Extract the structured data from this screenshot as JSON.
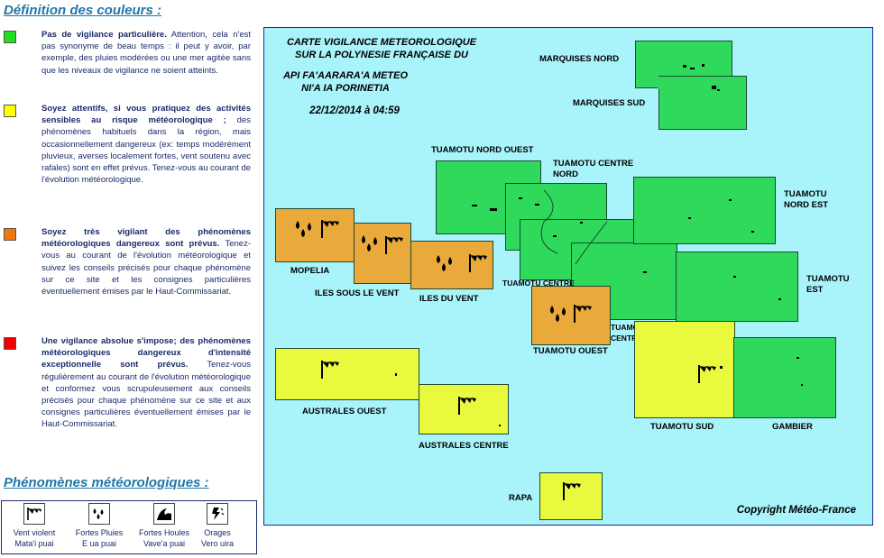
{
  "legend": {
    "title": "Définition des couleurs :",
    "items": [
      {
        "color": "#22dd22",
        "bold": "Pas de vigilance particulière.",
        "text": " Attention, cela n'est pas synonyme de beau temps : il peut y avoir, par exemple, des pluies modérées ou une mer agitée sans que les niveaux de vigilance ne soient atteints."
      },
      {
        "color": "#ffff00",
        "bold": "Soyez attentifs, si vous pratiquez des activités sensibles au risque météorologique ;",
        "text": " des phénomènes habituels dans la région, mais occasionnellement dangereux (ex: temps modérément pluvieux, averses localement fortes, vent soutenu avec rafales) sont en effet prévus. Tenez-vous au courant de l'évolution météorologique."
      },
      {
        "color": "#ee7711",
        "bold": "Soyez très vigilant des phénomènes météorologiques dangereux sont prévus.",
        "text": " Tenez-vous au courant de l'évolution météorologique et suivez les conseils précisés pour chaque phénomène sur ce site et les consignes particulières éventuellement émises par le Haut-Commissariat."
      },
      {
        "color": "#ee0000",
        "bold": "Une vigilance absolue s'impose; des phénomènes météorologiques dangereux d'intensité exceptionnelle sont prévus.",
        "text": " Tenez-vous régulièrement au courant de l'évolution météorologique et conformez vous scrupuleusement aux conseils précisés pour chaque phénomène sur ce site et aux consignes particulières éventuellement émises par le Haut-Commissariat."
      }
    ]
  },
  "phenomena": {
    "title": "Phénomènes météorologiques :",
    "items": [
      {
        "icon": "wind-icon",
        "fr": "Vent violent",
        "tah": "Mata'i puai"
      },
      {
        "icon": "rain-icon",
        "fr": "Fortes Pluies",
        "tah": "E ua puai"
      },
      {
        "icon": "swell-icon",
        "fr": "Fortes Houles",
        "tah": "Vave'a puai"
      },
      {
        "icon": "storm-icon",
        "fr": "Orages",
        "tah": "Vero uira"
      }
    ]
  },
  "map": {
    "title_line1": "CARTE VIGILANCE METEOROLOGIQUE",
    "title_line2": "SUR LA POLYNESIE FRANÇAISE DU",
    "title_line3": "API FA'AARARA'A METEO",
    "title_line4": "NI'A IA PORINETIA",
    "date": "22/12/2014 à 04:59",
    "copyright": "Copyright Météo-France",
    "colors": {
      "green": "#2ed95b",
      "orange": "#e9a93b",
      "yellow": "#e9f93d",
      "sea": "#a9f3fa"
    },
    "zones": [
      {
        "id": "marquises-nord",
        "label": "MARQUISES NORD",
        "level": "green",
        "hazards": []
      },
      {
        "id": "marquises-sud",
        "label": "MARQUISES SUD",
        "level": "green",
        "hazards": []
      },
      {
        "id": "tuamotu-nord-ouest",
        "label": "TUAMOTU NORD OUEST",
        "level": "green",
        "hazards": []
      },
      {
        "id": "tuamotu-centre-nord",
        "label_1": "TUAMOTU CENTRE",
        "label_2": "NORD",
        "level": "green",
        "hazards": []
      },
      {
        "id": "tuamotu-nord-est",
        "label_1": "TUAMOTU",
        "label_2": "NORD EST",
        "level": "green",
        "hazards": []
      },
      {
        "id": "tuamotu-centre",
        "label": "TUAMOTU CENTRE",
        "level": "green",
        "hazards": []
      },
      {
        "id": "tuamotu-est",
        "label_1": "TUAMOTU",
        "label_2": "EST",
        "level": "green",
        "hazards": []
      },
      {
        "id": "tuamotu-centre-sud",
        "label_1": "TUAMOTU",
        "label_2": "CENTRE SUD",
        "level": "green",
        "hazards": []
      },
      {
        "id": "mopelia",
        "label": "MOPELIA",
        "level": "orange",
        "hazards": [
          "rain",
          "wind"
        ]
      },
      {
        "id": "iles-sous-le-vent",
        "label": "ILES SOUS LE VENT",
        "level": "orange",
        "hazards": [
          "rain",
          "wind"
        ]
      },
      {
        "id": "iles-du-vent",
        "label": "ILES DU VENT",
        "level": "orange",
        "hazards": [
          "rain",
          "wind"
        ]
      },
      {
        "id": "tuamotu-ouest",
        "label": "TUAMOTU OUEST",
        "level": "orange",
        "hazards": [
          "rain",
          "wind"
        ]
      },
      {
        "id": "tuamotu-sud",
        "label": "TUAMOTU SUD",
        "level": "yellow",
        "hazards": [
          "wind"
        ]
      },
      {
        "id": "gambier",
        "label": "GAMBIER",
        "level": "green",
        "hazards": []
      },
      {
        "id": "australes-ouest",
        "label": "AUSTRALES OUEST",
        "level": "yellow",
        "hazards": [
          "wind"
        ]
      },
      {
        "id": "australes-centre",
        "label": "AUSTRALES CENTRE",
        "level": "yellow",
        "hazards": [
          "wind"
        ]
      },
      {
        "id": "rapa",
        "label": "RAPA",
        "level": "yellow",
        "hazards": [
          "wind"
        ]
      }
    ]
  }
}
